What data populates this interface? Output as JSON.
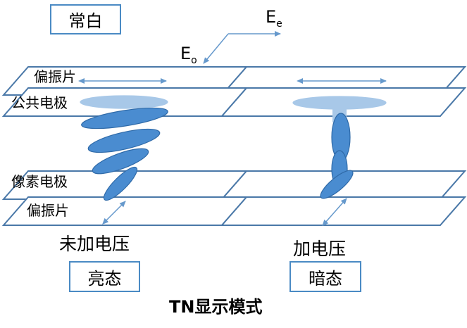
{
  "title": "TN显示模式",
  "mode_label": "常白",
  "field_labels": {
    "e_main": "E",
    "e_sub": "e",
    "o_main": "E",
    "o_sub": "o"
  },
  "layers": {
    "polarizer_top": "偏振片",
    "common_electrode": "公共电极",
    "pixel_electrode": "像素电极",
    "polarizer_bottom": "偏振片"
  },
  "left_state": {
    "condition": "未加电压",
    "result": "亮态"
  },
  "right_state": {
    "condition": "加电压",
    "result": "暗态"
  },
  "colors": {
    "outline": "#4a78a8",
    "lc_fill": "#4a8cd0",
    "lc_disk": "#a8c8e8",
    "arrow": "#6699cc"
  }
}
